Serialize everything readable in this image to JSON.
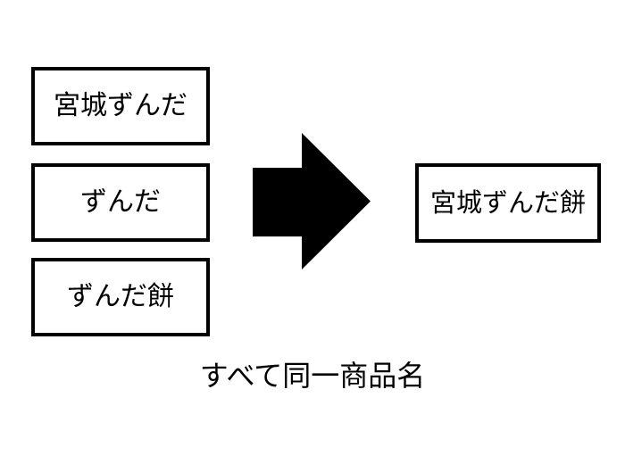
{
  "diagram": {
    "source_boxes": [
      {
        "label": "宮城ずんだ"
      },
      {
        "label": "ずんだ"
      },
      {
        "label": "ずんだ餅"
      }
    ],
    "arrow": {
      "icon": "right-arrow-icon",
      "direction": "right",
      "color": "#000000"
    },
    "result_box": {
      "label": "宮城ずんだ餅"
    },
    "caption": "すべて同一商品名"
  },
  "colors": {
    "background": "#ffffff",
    "box_border": "#000000",
    "box_fill": "#ffffff",
    "text": "#000000"
  }
}
